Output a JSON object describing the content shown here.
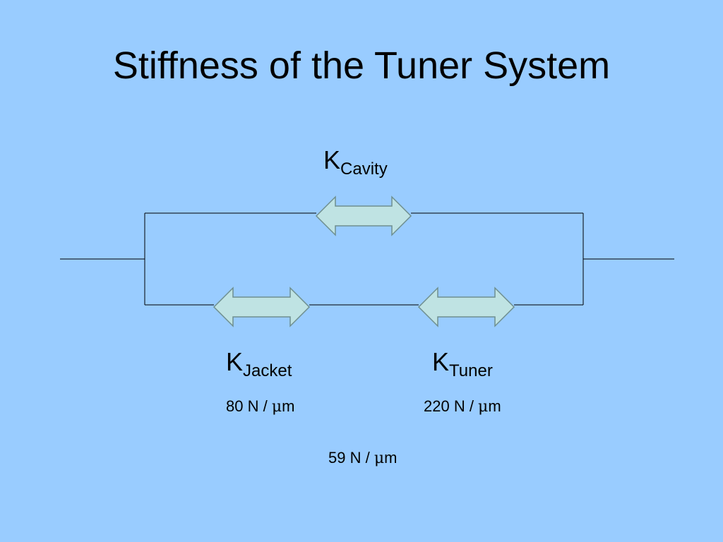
{
  "slide": {
    "title": "Stiffness of the Tuner System",
    "background_color": "#99ccff"
  },
  "diagram": {
    "line_color": "#000000",
    "arrow_fill": "#bfe3e3",
    "arrow_stroke": "#6f8f8f",
    "springs": {
      "cavity": {
        "symbol": "K",
        "subscript": "Cavity"
      },
      "jacket": {
        "symbol": "K",
        "subscript": "Jacket",
        "value_num": "80 N / ",
        "value_mu": "μ",
        "value_unit": "m"
      },
      "tuner": {
        "symbol": "K",
        "subscript": "Tuner",
        "value_num": "220 N / ",
        "value_mu": "μ",
        "value_unit": "m"
      }
    },
    "total": {
      "value_num": "59 N / ",
      "value_mu": "μ",
      "value_unit": "m"
    }
  }
}
